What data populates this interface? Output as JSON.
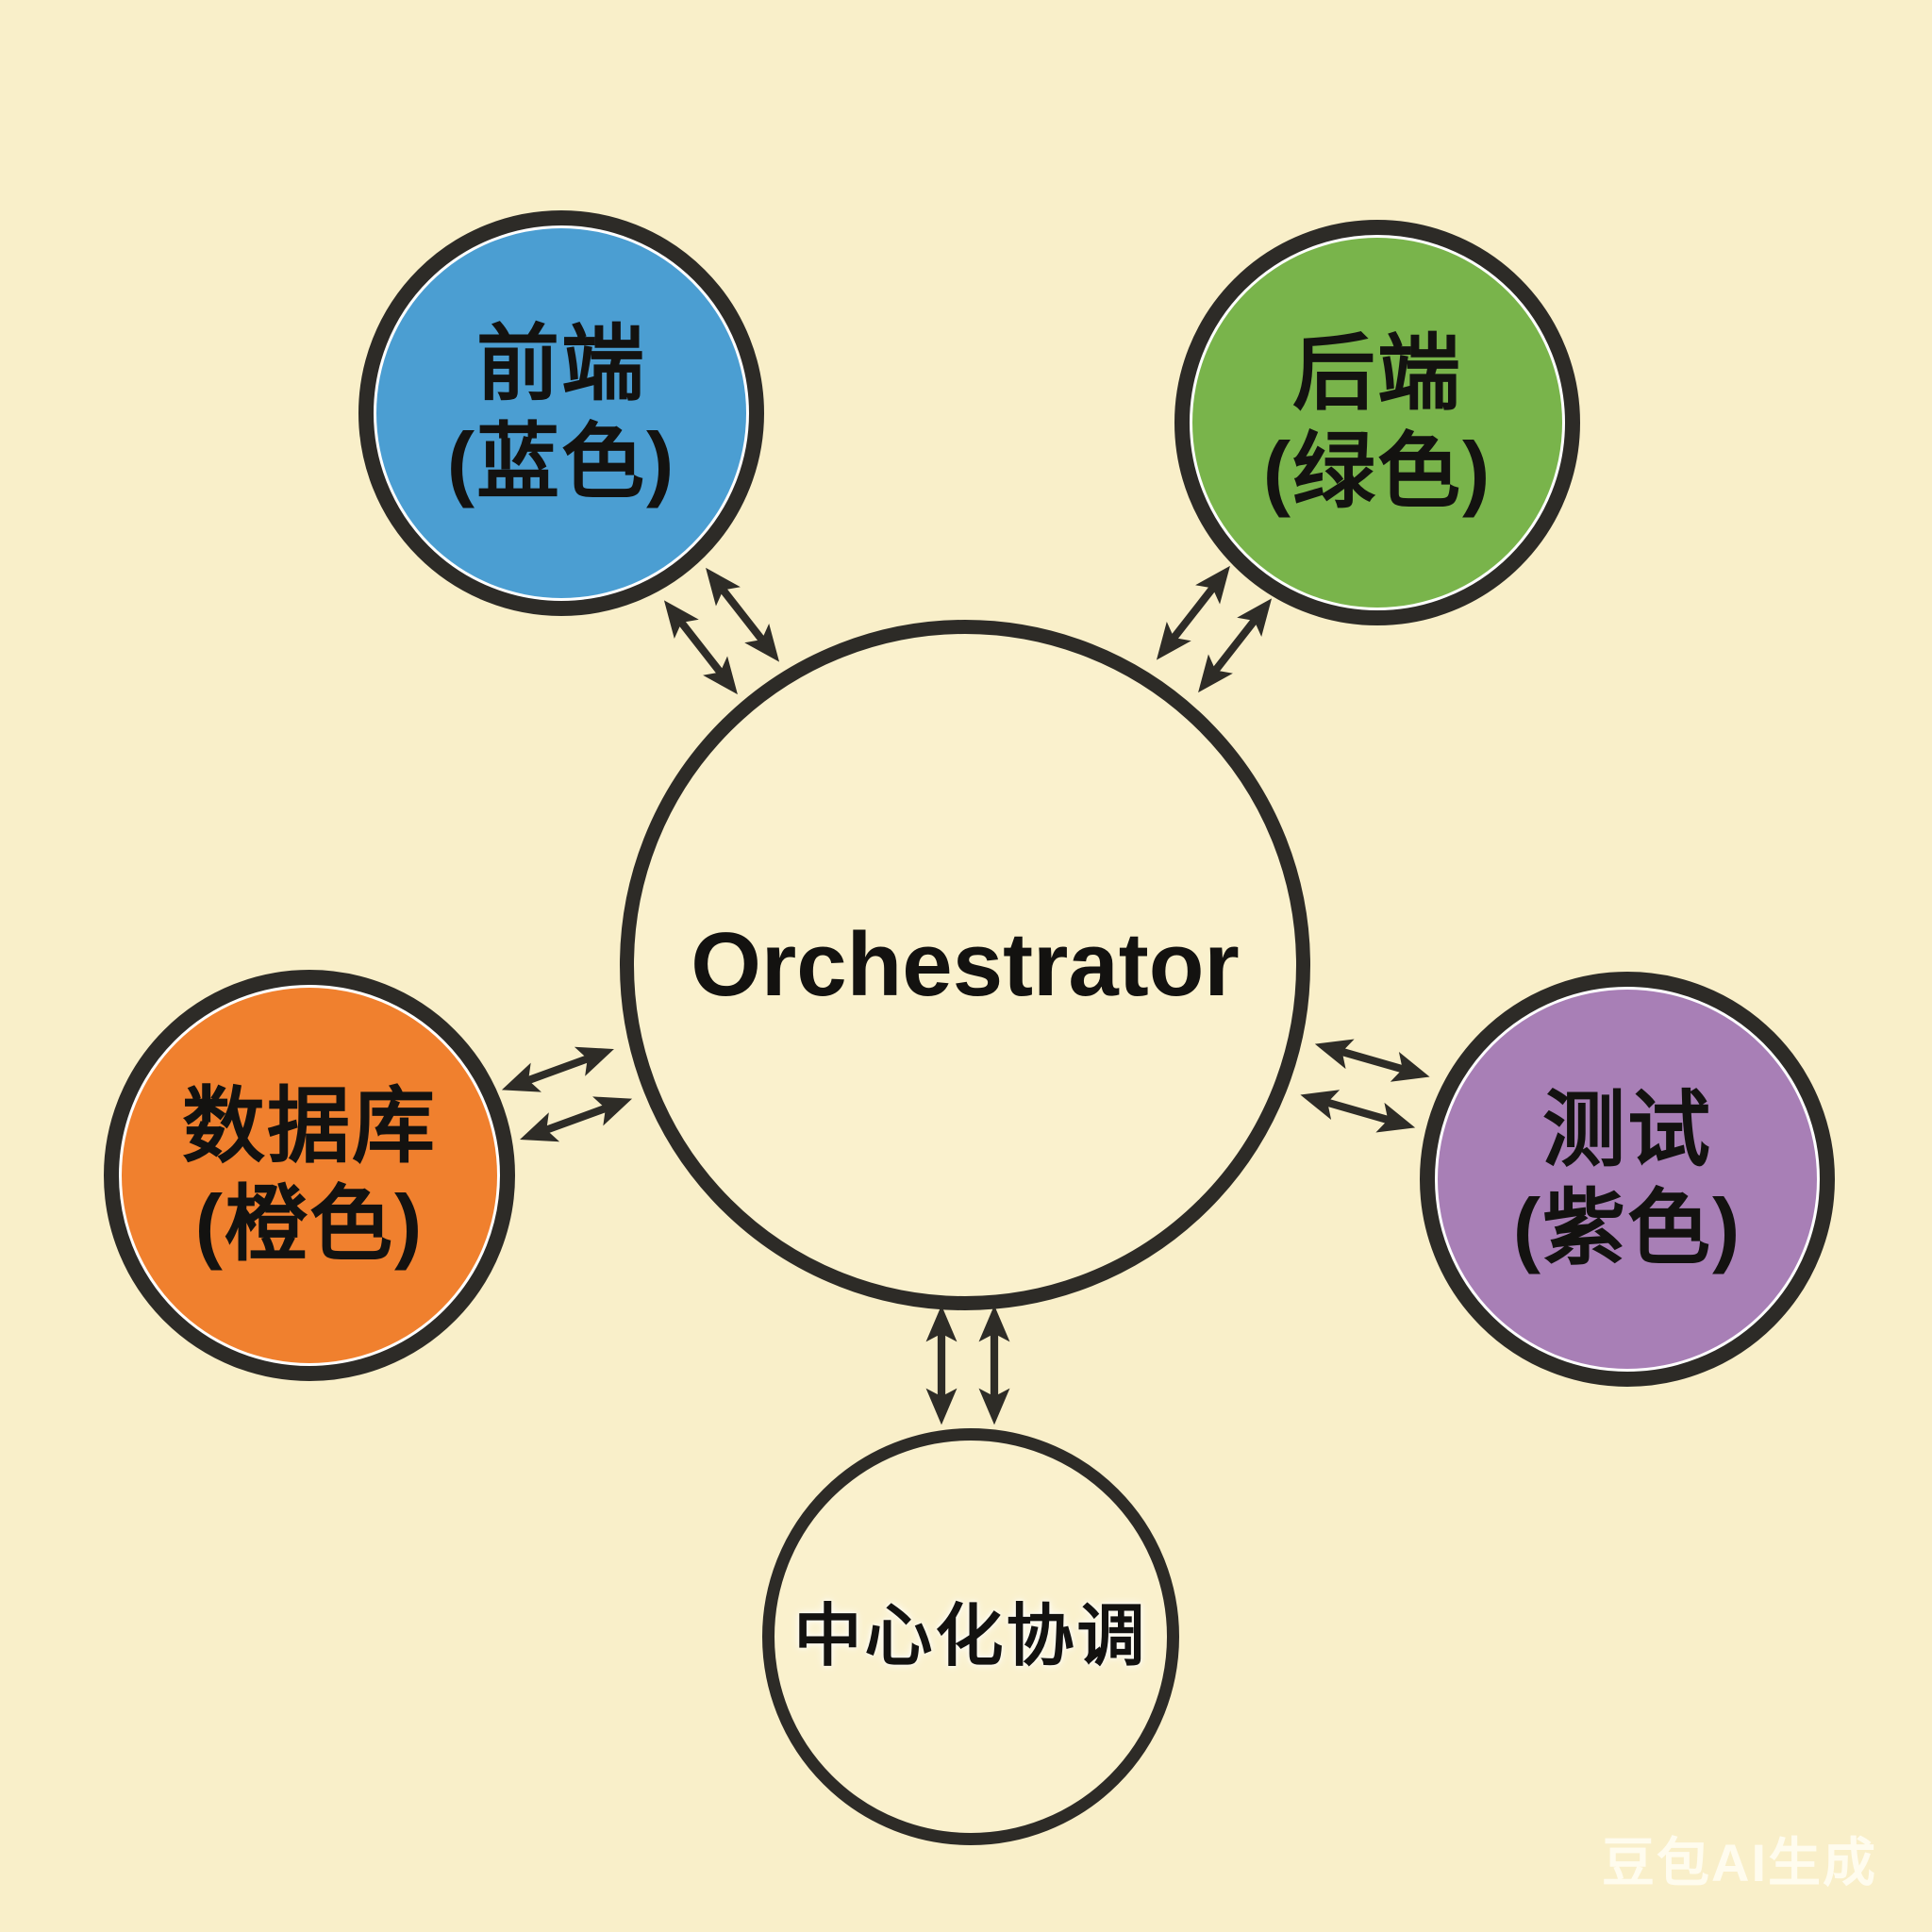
{
  "diagram": {
    "background_color": "#f9efc9",
    "stroke_color": "#2d2b27",
    "text_color": "#131210",
    "arrow_color": "#2e2c27",
    "center_node": {
      "id": "orchestrator",
      "label": "Orchestrator",
      "fill": "#faf1cd"
    },
    "bottom_node": {
      "id": "coordination",
      "label": "中心化协调",
      "fill": "#faf1cd"
    },
    "agent_nodes": [
      {
        "id": "frontend",
        "line1": "前端",
        "line2": "(蓝色)",
        "fill": "#4b9ed2"
      },
      {
        "id": "backend",
        "line1": "后端",
        "line2": "(绿色)",
        "fill": "#79b44b"
      },
      {
        "id": "database",
        "line1": "数据库",
        "line2": "(橙色)",
        "fill": "#f0802e"
      },
      {
        "id": "testing",
        "line1": "测试",
        "line2": "(紫色)",
        "fill": "#a87fb6"
      }
    ],
    "connections": [
      {
        "from": "frontend",
        "to": "orchestrator",
        "style": "double-bidirectional-arrow"
      },
      {
        "from": "backend",
        "to": "orchestrator",
        "style": "double-bidirectional-arrow"
      },
      {
        "from": "database",
        "to": "orchestrator",
        "style": "double-bidirectional-arrow"
      },
      {
        "from": "testing",
        "to": "orchestrator",
        "style": "double-bidirectional-arrow"
      },
      {
        "from": "coordination",
        "to": "orchestrator",
        "style": "double-bidirectional-arrow"
      }
    ],
    "watermark": "豆包AI生成"
  }
}
